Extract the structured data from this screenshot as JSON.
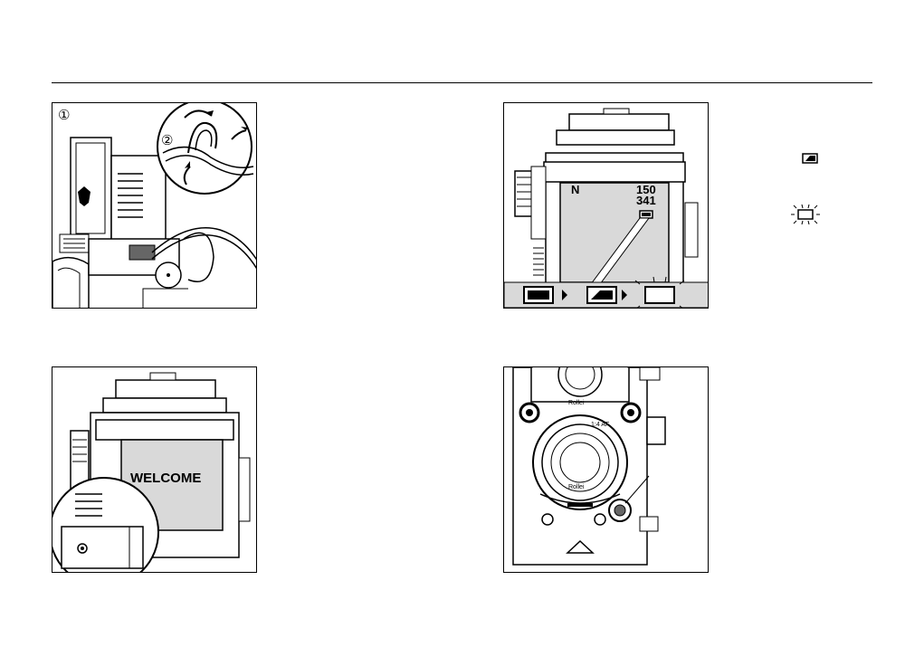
{
  "panel1": {
    "step1": "①",
    "step2": "②"
  },
  "panel2": {
    "mode": "N",
    "count_top": "150",
    "count_bottom": "341"
  },
  "panel3": {
    "screen_text": "WELCOME"
  },
  "panel4": {
    "brand_upper": "Rollei",
    "brand_lower": "Rollei",
    "lens_label": "1:4 AF"
  },
  "margin_icons": {
    "low_battery": "battery-half-icon",
    "empty_battery": "battery-blinking-icon"
  }
}
